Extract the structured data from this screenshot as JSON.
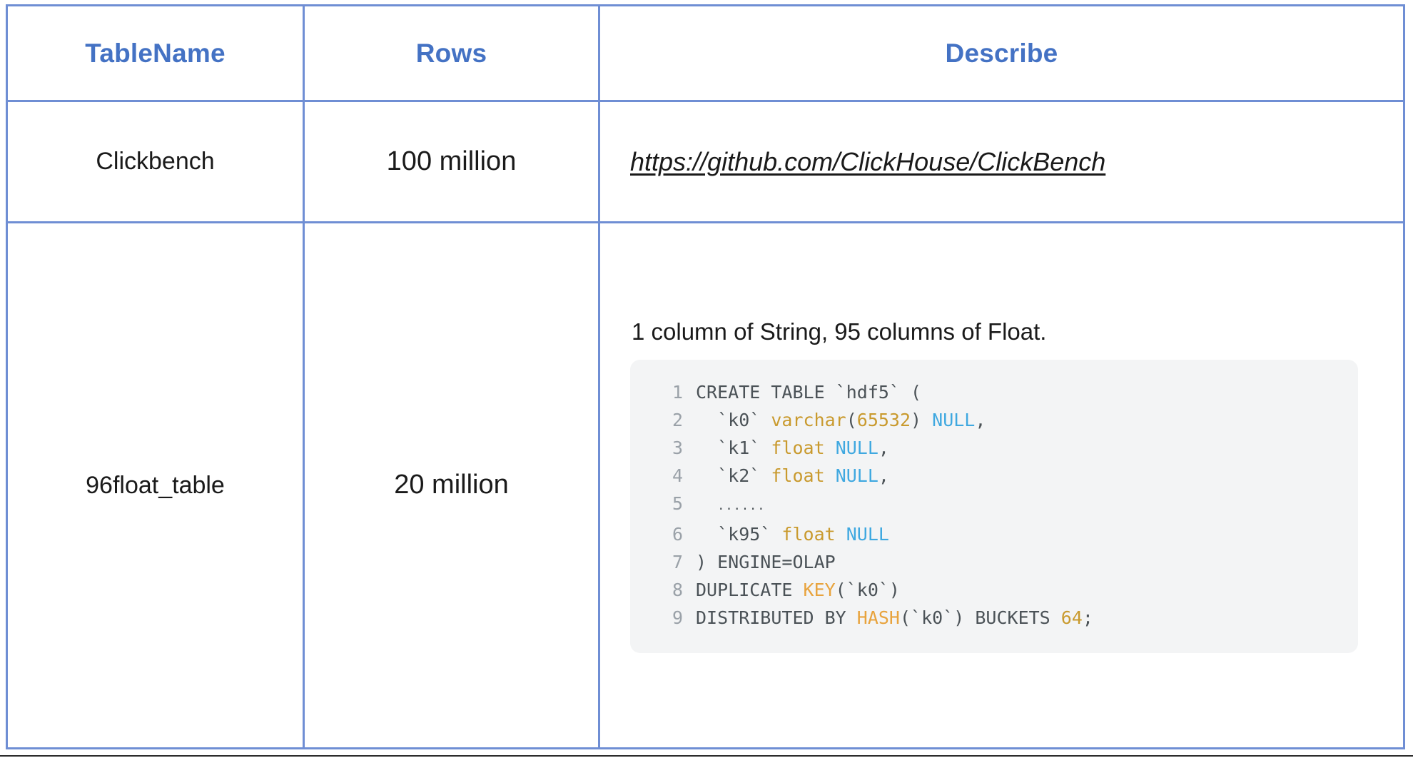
{
  "table": {
    "columns": [
      {
        "key": "tablename",
        "label": "TableName"
      },
      {
        "key": "rows",
        "label": "Rows"
      },
      {
        "key": "describe",
        "label": "Describe"
      }
    ],
    "header_color": "#4472C4",
    "border_color": "#6F8ED4",
    "rows": [
      {
        "tablename": "Clickbench",
        "rows": "100 million",
        "describe_link": "https://github.com/ClickHouse/ClickBench"
      },
      {
        "tablename": "96float_table",
        "rows": "20 million",
        "describe_note": "1 column of String, 95 columns of Float."
      }
    ]
  },
  "code_block": {
    "background": "#F3F4F5",
    "language": "sql",
    "lines": [
      {
        "number": "1",
        "tokens": [
          {
            "t": "CREATE TABLE `hdf5` (",
            "c": "plain"
          }
        ]
      },
      {
        "number": "2",
        "tokens": [
          {
            "t": "  `k0` ",
            "c": "plain"
          },
          {
            "t": "varchar",
            "c": "type"
          },
          {
            "t": "(",
            "c": "plain"
          },
          {
            "t": "65532",
            "c": "num"
          },
          {
            "t": ") ",
            "c": "plain"
          },
          {
            "t": "NULL",
            "c": "null"
          },
          {
            "t": ",",
            "c": "plain"
          }
        ]
      },
      {
        "number": "3",
        "tokens": [
          {
            "t": "  `k1` ",
            "c": "plain"
          },
          {
            "t": "float",
            "c": "type"
          },
          {
            "t": " ",
            "c": "plain"
          },
          {
            "t": "NULL",
            "c": "null"
          },
          {
            "t": ",",
            "c": "plain"
          }
        ]
      },
      {
        "number": "4",
        "tokens": [
          {
            "t": "  `k2` ",
            "c": "plain"
          },
          {
            "t": "float",
            "c": "type"
          },
          {
            "t": " ",
            "c": "plain"
          },
          {
            "t": "NULL",
            "c": "null"
          },
          {
            "t": ",",
            "c": "plain"
          }
        ]
      },
      {
        "number": "5",
        "tokens": [
          {
            "t": "  ",
            "c": "plain"
          },
          {
            "t": "......",
            "c": "dots"
          }
        ]
      },
      {
        "number": "6",
        "tokens": [
          {
            "t": "  `k95` ",
            "c": "plain"
          },
          {
            "t": "float",
            "c": "type"
          },
          {
            "t": " ",
            "c": "plain"
          },
          {
            "t": "NULL",
            "c": "null"
          }
        ]
      },
      {
        "number": "7",
        "tokens": [
          {
            "t": ") ENGINE=OLAP",
            "c": "plain"
          }
        ]
      },
      {
        "number": "8",
        "tokens": [
          {
            "t": "DUPLICATE ",
            "c": "plain"
          },
          {
            "t": "KEY",
            "c": "kw"
          },
          {
            "t": "(`k0`)",
            "c": "plain"
          }
        ]
      },
      {
        "number": "9",
        "tokens": [
          {
            "t": "DISTRIBUTED BY ",
            "c": "plain"
          },
          {
            "t": "HASH",
            "c": "kw"
          },
          {
            "t": "(`k0`) BUCKETS ",
            "c": "plain"
          },
          {
            "t": "64",
            "c": "num"
          },
          {
            "t": ";",
            "c": "plain"
          }
        ]
      }
    ]
  }
}
